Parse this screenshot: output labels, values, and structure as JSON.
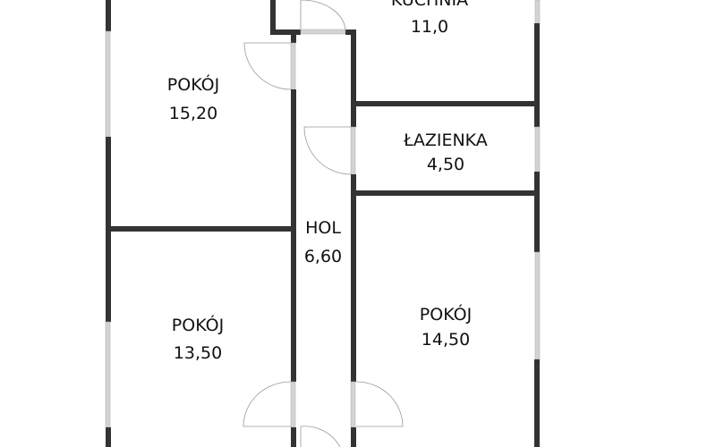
{
  "rooms": [
    {
      "name": "KUCHNIA",
      "area": "11,0"
    },
    {
      "name": "POKÓJ",
      "area": "15,20"
    },
    {
      "name": "ŁAZIENKA",
      "area": "4,50"
    },
    {
      "name": "HOL",
      "area": "6,60"
    },
    {
      "name": "POKÓJ",
      "area": "13,50"
    },
    {
      "name": "POKÓJ",
      "area": "14,50"
    }
  ],
  "colors": {
    "wall": "#333333",
    "window": "#d3d3d3",
    "background": "#ffffff"
  }
}
